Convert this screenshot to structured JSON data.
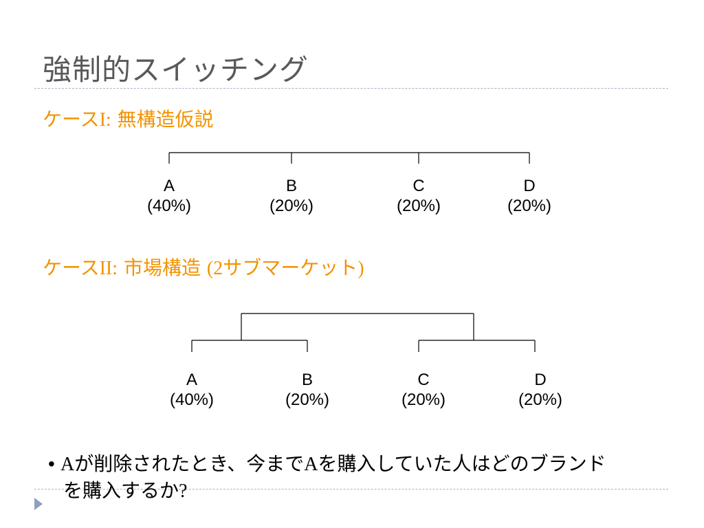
{
  "slide": {
    "title": "強制的スイッチング",
    "case1": {
      "prefix": "ケース",
      "latin": "I:",
      "suffix": " 無構造仮説"
    },
    "case2": {
      "prefix": "ケース",
      "latin": "II:",
      "mid": " 市場構造 ",
      "paren": "(2",
      "jp": "サブマーケット",
      "close": ")"
    },
    "tree1": {
      "nodes": [
        {
          "label": "A",
          "pct": "(40%)"
        },
        {
          "label": "B",
          "pct": "(20%)"
        },
        {
          "label": "C",
          "pct": "(20%)"
        },
        {
          "label": "D",
          "pct": "(20%)"
        }
      ]
    },
    "tree2": {
      "nodes": [
        {
          "label": "A",
          "pct": "(40%)"
        },
        {
          "label": "B",
          "pct": "(20%)"
        },
        {
          "label": "C",
          "pct": "(20%)"
        },
        {
          "label": "D",
          "pct": "(20%)"
        }
      ]
    },
    "bullet": {
      "dot": "•",
      "a1": "A",
      "t1": "が削除されたとき、今まで",
      "a2": "A",
      "t2": "を購入していた人はどのブランド",
      "t3": "を購入するか",
      "q": "?"
    }
  }
}
